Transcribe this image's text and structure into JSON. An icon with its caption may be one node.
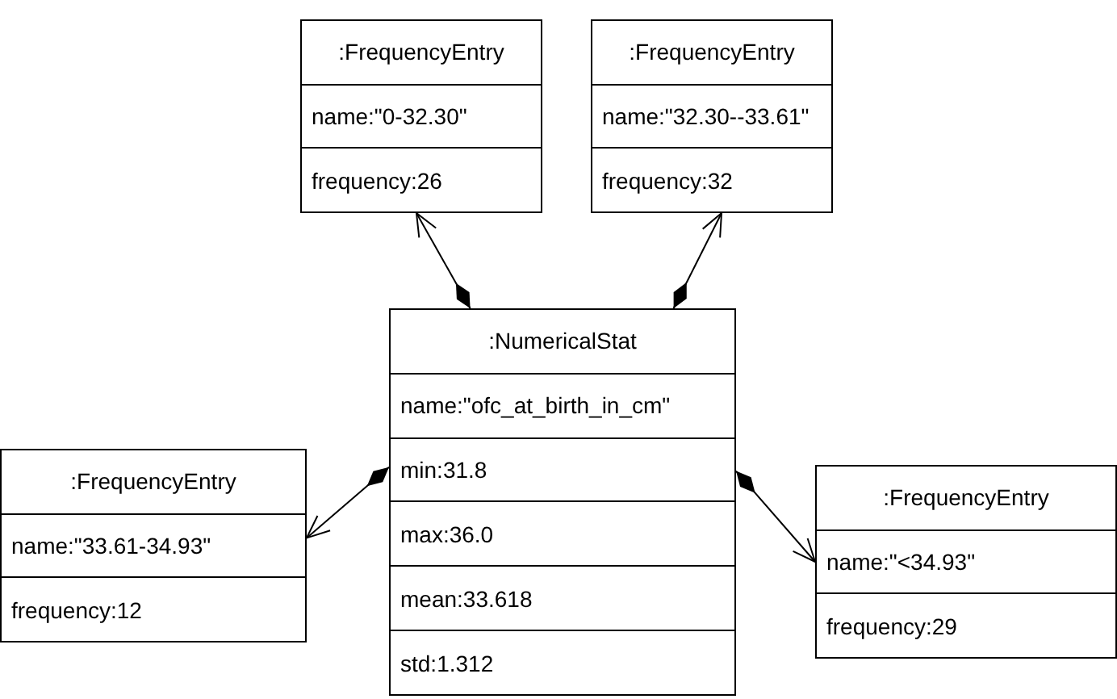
{
  "diagram": {
    "nodes": [
      {
        "text": [
          ":FrequencyEntry",
          "name:\"0-32.30\"",
          "frequency:26"
        ]
      },
      {
        "text": [
          ":FrequencyEntry",
          "name:\"32.30--33.61\"",
          "frequency:32"
        ]
      },
      {
        "text": [
          ":NumericalStat",
          "name:\"ofc_at_birth_in_cm\"",
          "min:31.8",
          "max:36.0",
          "mean:33.618",
          "std:1.312"
        ]
      },
      {
        "text": [
          ":FrequencyEntry",
          "name:\"33.61-34.93\"",
          "frequency:12"
        ]
      },
      {
        "text": [
          ":FrequencyEntry",
          "name:\"<34.93\"",
          "frequency:29"
        ]
      }
    ],
    "edges": [
      {
        "from": 2,
        "to": 0,
        "arrow": "to"
      },
      {
        "from": 2,
        "to": 1,
        "arrow": "to"
      },
      {
        "from": 2,
        "to": 3,
        "arrow": "to"
      },
      {
        "from": 2,
        "to": 4,
        "arrow": "to"
      }
    ]
  }
}
